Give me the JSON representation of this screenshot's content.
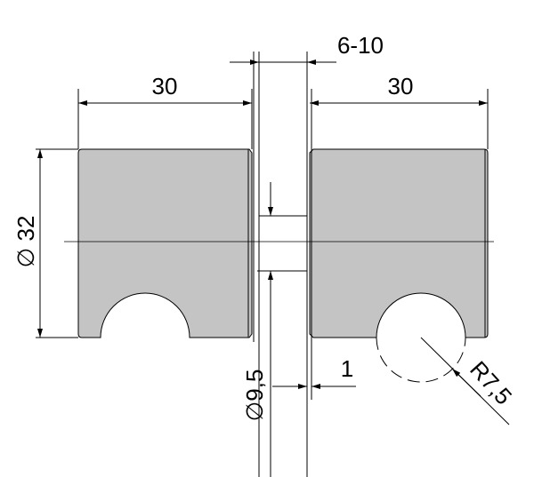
{
  "dimensions": {
    "left_width": "30",
    "right_width": "30",
    "gap": "6-10",
    "diameter": "∅ 32",
    "spacer_diameter": "∅9,5",
    "chamfer": "1",
    "radius": "R7,5"
  },
  "colors": {
    "body": "#c4c4c4",
    "line": "#000000"
  }
}
